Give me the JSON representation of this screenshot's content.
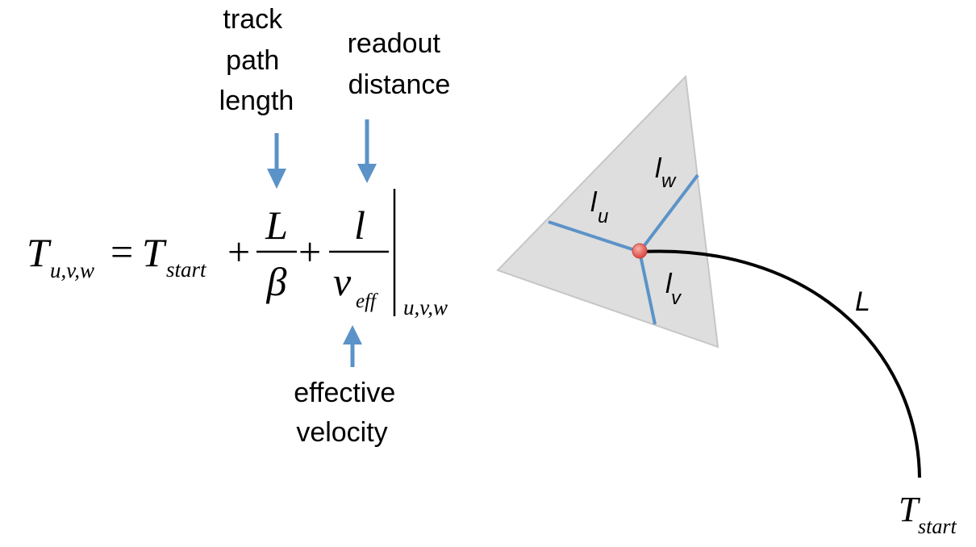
{
  "labels": {
    "track_path_length": [
      "track",
      "path",
      "length"
    ],
    "readout_distance": [
      "readout",
      "distance"
    ],
    "effective_velocity": [
      "effective",
      "velocity"
    ]
  },
  "equation": {
    "lhs_T": "T",
    "lhs_sub": "u,v,w",
    "equals": "=",
    "rhs_T": "T",
    "rhs_sub": "start",
    "plus1": "+",
    "frac1_num": "L",
    "frac1_den": "β",
    "plus2": "+",
    "frac2_num": "l",
    "frac2_den": "v",
    "frac2_den_sub": "eff",
    "eval_sub": "u,v,w"
  },
  "diagram": {
    "lu": "l",
    "lu_sub": "u",
    "lv": "l",
    "lv_sub": "v",
    "lw": "l",
    "lw_sub": "w",
    "track_label": "L",
    "tstart_T": "T",
    "tstart_sub": "start"
  },
  "colors": {
    "arrow": "#5b93c8",
    "wire": "#5b93c8",
    "triangle_fill": "#dedede",
    "triangle_stroke": "#c6c6c6",
    "track": "#000000",
    "point": "#e8605a"
  }
}
